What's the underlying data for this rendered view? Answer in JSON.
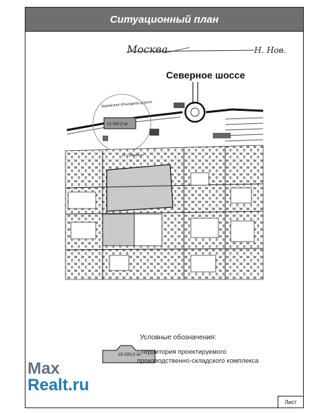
{
  "header": {
    "title": "Ситуационный план"
  },
  "map": {
    "handwritten_left": "Москва",
    "handwritten_right": "Н. Нов.",
    "highway_label": "Северное шоссе",
    "road_label": "Заревская объездная дорога",
    "plot_area": "15 000,0 м²",
    "street_label": "ул. Северная"
  },
  "legend": {
    "title": "Условные обозначения:",
    "symbol_label": "15 000,0 м²",
    "item_line1": "- территория проектируемого",
    "item_line2": "производственно-складского комплекса"
  },
  "sheet_label": "Лист",
  "watermark": {
    "line1": "Max",
    "line2": "Realt.ru"
  }
}
